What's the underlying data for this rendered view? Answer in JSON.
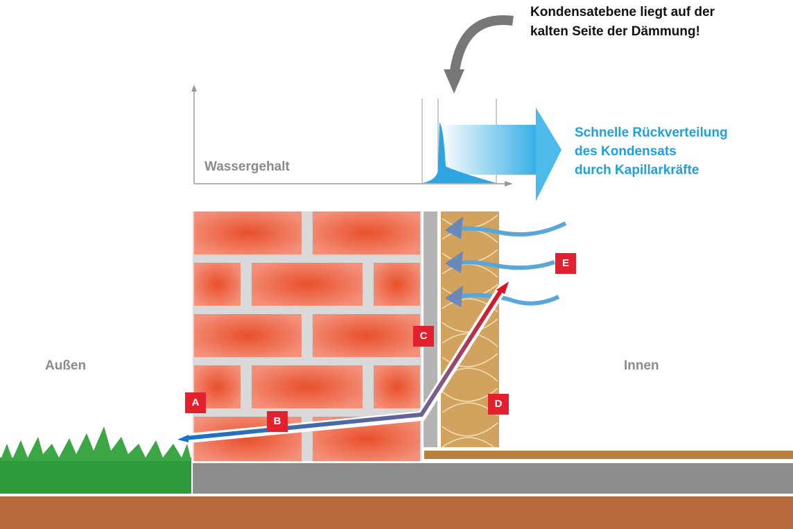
{
  "annotation": {
    "line1": "Kondensatebene liegt auf der",
    "line2": "kalten Seite der Dämmung!"
  },
  "redistribution": {
    "line1": "Schnelle Rückverteilung",
    "line2": "des Kondensats",
    "line3": "durch Kapillarkräfte"
  },
  "graph": {
    "y_label": "Wassergehalt"
  },
  "sides": {
    "outside": "Außen",
    "inside": "Innen"
  },
  "markers": [
    "A",
    "B",
    "C",
    "D",
    "E"
  ],
  "colors": {
    "brick": "#ee6a4a",
    "mortar": "#d9d9d9",
    "insulation": "#d2a35f",
    "water": "#35aee6",
    "marker": "#e2202e",
    "grass": "#2e9b3a",
    "soil": "#b86a3a",
    "concrete": "#8c8c8c"
  }
}
